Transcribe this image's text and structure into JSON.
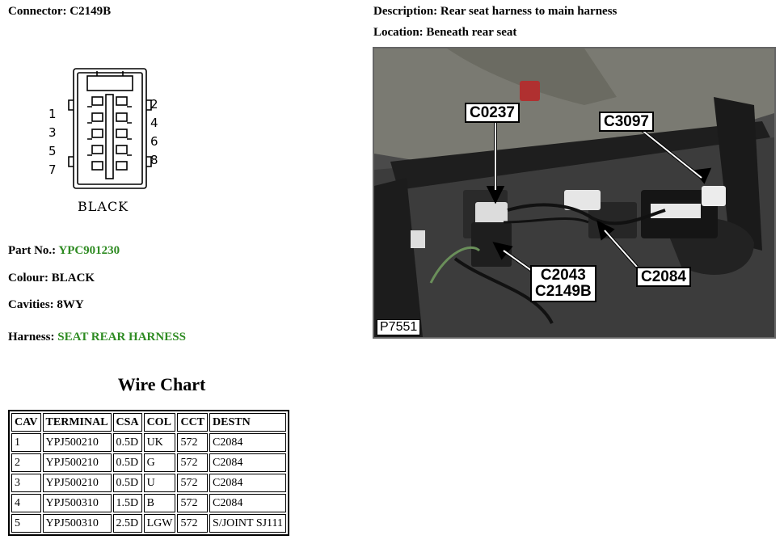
{
  "connector": {
    "label": "Connector:",
    "value": "C2149B"
  },
  "description": {
    "label": "Description:",
    "value": "Rear seat harness to main harness"
  },
  "location": {
    "label": "Location:",
    "value": "Beneath rear seat"
  },
  "diagram": {
    "pins_left": [
      "1",
      "3",
      "5",
      "7"
    ],
    "pins_right": [
      "2",
      "4",
      "6",
      "8"
    ],
    "caption": "BLACK"
  },
  "part_no": {
    "label": "Part No.:",
    "value": "YPC901230"
  },
  "colour": {
    "label": "Colour:",
    "value": "BLACK"
  },
  "cavities": {
    "label": "Cavities:",
    "value": "8WY"
  },
  "harness": {
    "label": "Harness:",
    "value": "SEAT REAR HARNESS"
  },
  "photo": {
    "callouts": {
      "c0237": "C0237",
      "c3097": "C3097",
      "c2043": "C2043",
      "c2149b": "C2149B",
      "c2084": "C2084"
    },
    "tag": "P7551"
  },
  "wire_chart": {
    "title": "Wire Chart",
    "headers": [
      "CAV",
      "TERMINAL",
      "CSA",
      "COL",
      "CCT",
      "DESTN"
    ],
    "rows": [
      [
        "1",
        "YPJ500210",
        "0.5D",
        "UK",
        "572",
        "C2084"
      ],
      [
        "2",
        "YPJ500210",
        "0.5D",
        "G",
        "572",
        "C2084"
      ],
      [
        "3",
        "YPJ500210",
        "0.5D",
        "U",
        "572",
        "C2084"
      ],
      [
        "4",
        "YPJ500310",
        "1.5D",
        "B",
        "572",
        "C2084"
      ],
      [
        "5",
        "YPJ500310",
        "2.5D",
        "LGW",
        "572",
        "S/JOINT SJ111"
      ]
    ]
  },
  "colors": {
    "accent_green": "#2e8b22"
  }
}
